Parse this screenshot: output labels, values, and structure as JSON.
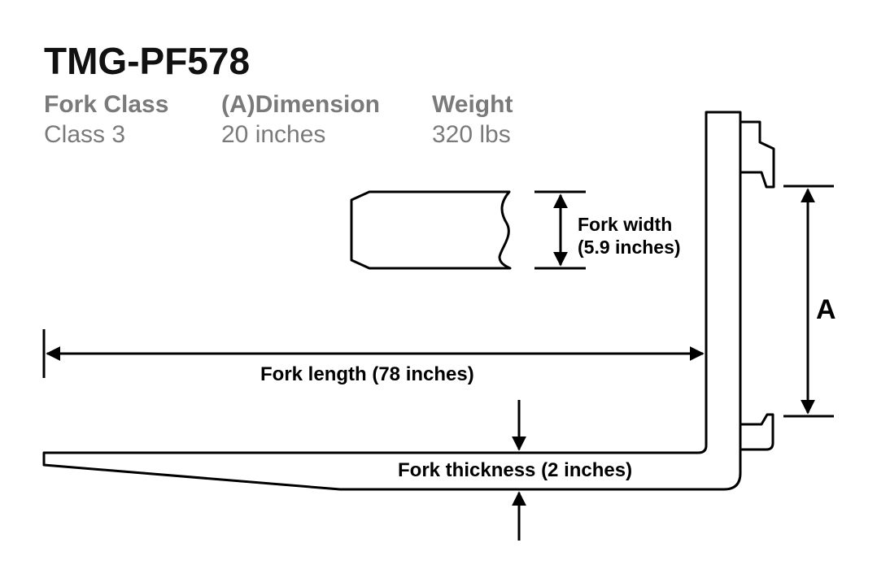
{
  "title": "TMG-PF578",
  "specs": [
    {
      "header": "Fork Class",
      "value": "Class 3"
    },
    {
      "header": "(A)Dimension",
      "value": "20 inches"
    },
    {
      "header": "Weight",
      "value": "320 lbs"
    }
  ],
  "diagram": {
    "fork_width_label_line1": "Fork width",
    "fork_width_label_line2": "(5.9 inches)",
    "a_label": "A",
    "fork_length_label": "Fork length (78 inches)",
    "fork_thickness_label": "Fork thickness (2 inches)"
  },
  "colors": {
    "stroke": "#000000",
    "title": "#111111",
    "spec_text": "#7a7a7a",
    "background": "#ffffff"
  }
}
